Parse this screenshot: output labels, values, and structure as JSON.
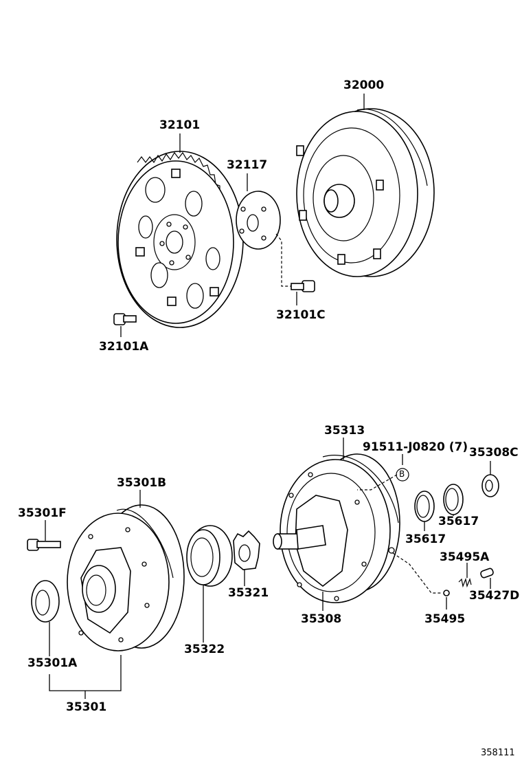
{
  "labels": {
    "p32000": "32000",
    "p32101": "32101",
    "p32117": "32117",
    "p32101C": "32101C",
    "p32101A": "32101A",
    "p35313": "35313",
    "p91511": "91511-J0820 (7)",
    "p35308C": "35308C",
    "p35301B": "35301B",
    "p35301F": "35301F",
    "p35617a": "35617",
    "p35617b": "35617",
    "p35495A": "35495A",
    "p35427D": "35427D",
    "p35321": "35321",
    "p35308": "35308",
    "p35495": "35495",
    "p35301A": "35301A",
    "p35322": "35322",
    "p35301": "35301",
    "ref_b": "B",
    "diagram_number": "358111"
  }
}
